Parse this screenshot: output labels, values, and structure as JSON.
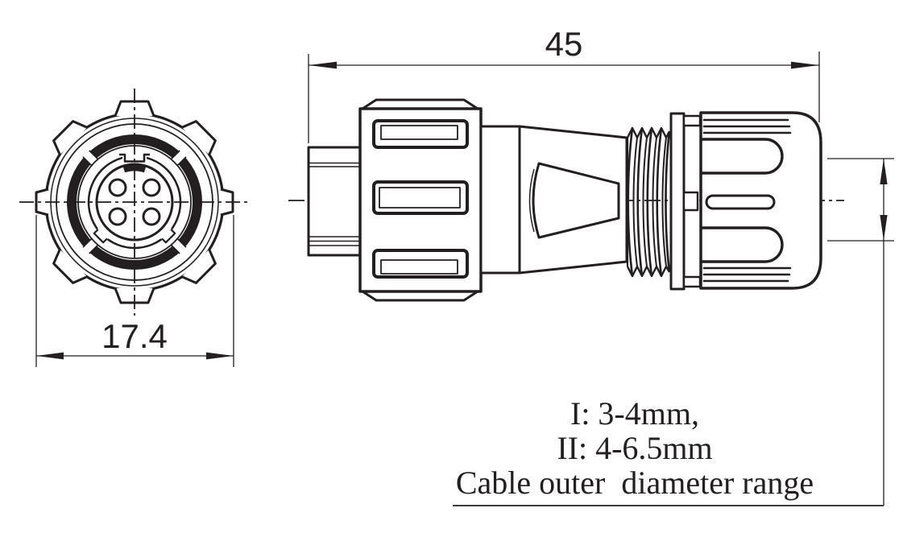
{
  "dims": {
    "front_width": "17.4",
    "overall_length": "45"
  },
  "note": {
    "line1": "I: 3-4mm,",
    "line2": "II: 4-6.5mm",
    "line3": "Cable outer  diameter range"
  },
  "colors": {
    "ink": "#231f20",
    "background": "#ffffff"
  },
  "figure": {
    "front_view_pin_count": 4
  }
}
